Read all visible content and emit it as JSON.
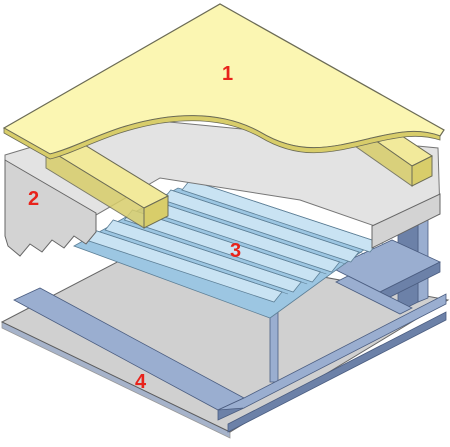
{
  "colors": {
    "panel": "#fbf6b2",
    "panel_stroke": "#6b6b55",
    "beam": "#f2ea9b",
    "beam_dark": "#d8cd6a",
    "concrete_top": "#e3e3e3",
    "concrete_side": "#d3d3d3",
    "deck": "#c9e3f3",
    "deck_dark": "#9cc6e2",
    "deck_stroke": "#5d7f96",
    "ceiling": "#d0d0d0",
    "steel": "#9aaed0",
    "steel_dark": "#6c81a8",
    "label": "#e8231b"
  },
  "labels": [
    {
      "id": "label-1",
      "text": "1"
    },
    {
      "id": "label-2",
      "text": "2"
    },
    {
      "id": "label-3",
      "text": "3"
    },
    {
      "id": "label-4",
      "text": "4"
    }
  ]
}
